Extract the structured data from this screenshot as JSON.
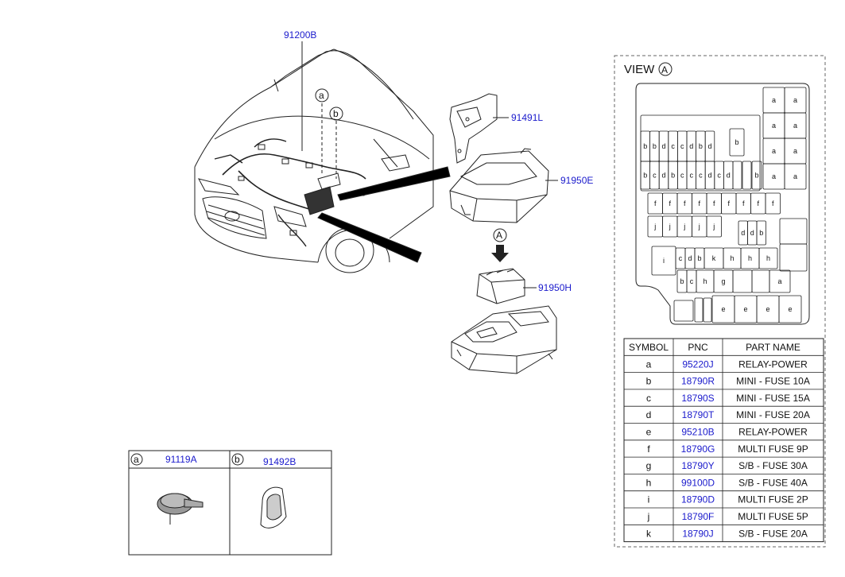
{
  "callouts": {
    "harness": "91200B",
    "bracket": "91491L",
    "cover": "91950E",
    "junction_box": "91950H",
    "view_marker": "A",
    "clip_a_symbol": "a",
    "clip_b_symbol": "b"
  },
  "view": {
    "title": "VIEW",
    "marker": "A"
  },
  "fuse_box_cells": {
    "relay_top": [
      "a",
      "a",
      "a",
      "a",
      "a",
      "a",
      "a",
      "a"
    ],
    "row1": [
      "b",
      "b",
      "d",
      "c",
      "c",
      "d",
      "b",
      "d"
    ],
    "single_b": "b",
    "row2": [
      "b",
      "c",
      "d",
      "b",
      "c",
      "c",
      "c",
      "d",
      "c",
      "d"
    ],
    "row2_b": "b",
    "row3": [
      "f",
      "f",
      "f",
      "f",
      "f",
      "f",
      "f",
      "f",
      "f"
    ],
    "row4": [
      "j",
      "j",
      "j",
      "j",
      "j"
    ],
    "row4_right": [
      "d",
      "d",
      "b"
    ],
    "row5_i": "i",
    "row5": [
      "c",
      "d",
      "b",
      "k",
      "h",
      "h",
      "h"
    ],
    "row6": [
      "b",
      "c",
      "h",
      "g",
      "a"
    ],
    "row7": [
      "e",
      "e",
      "e",
      "e"
    ]
  },
  "legend_table": {
    "headers": [
      "SYMBOL",
      "PNC",
      "PART NAME"
    ],
    "rows": [
      {
        "symbol": "a",
        "pnc": "95220J",
        "name": "RELAY-POWER"
      },
      {
        "symbol": "b",
        "pnc": "18790R",
        "name": "MINI - FUSE 10A"
      },
      {
        "symbol": "c",
        "pnc": "18790S",
        "name": "MINI - FUSE 15A"
      },
      {
        "symbol": "d",
        "pnc": "18790T",
        "name": "MINI - FUSE 20A"
      },
      {
        "symbol": "e",
        "pnc": "95210B",
        "name": "RELAY-POWER"
      },
      {
        "symbol": "f",
        "pnc": "18790G",
        "name": "MULTI FUSE 9P"
      },
      {
        "symbol": "g",
        "pnc": "18790Y",
        "name": "S/B - FUSE 30A"
      },
      {
        "symbol": "h",
        "pnc": "99100D",
        "name": "S/B - FUSE 40A"
      },
      {
        "symbol": "i",
        "pnc": "18790D",
        "name": "MULTI FUSE 2P"
      },
      {
        "symbol": "j",
        "pnc": "18790F",
        "name": "MULTI FUSE 5P"
      },
      {
        "symbol": "k",
        "pnc": "18790J",
        "name": "S/B - FUSE 20A"
      }
    ]
  },
  "parts_box": {
    "a": {
      "symbol": "a",
      "pnc": "91119A"
    },
    "b": {
      "symbol": "b",
      "pnc": "91492B"
    }
  },
  "colors": {
    "link": "#1a1acc",
    "line": "#222222"
  }
}
